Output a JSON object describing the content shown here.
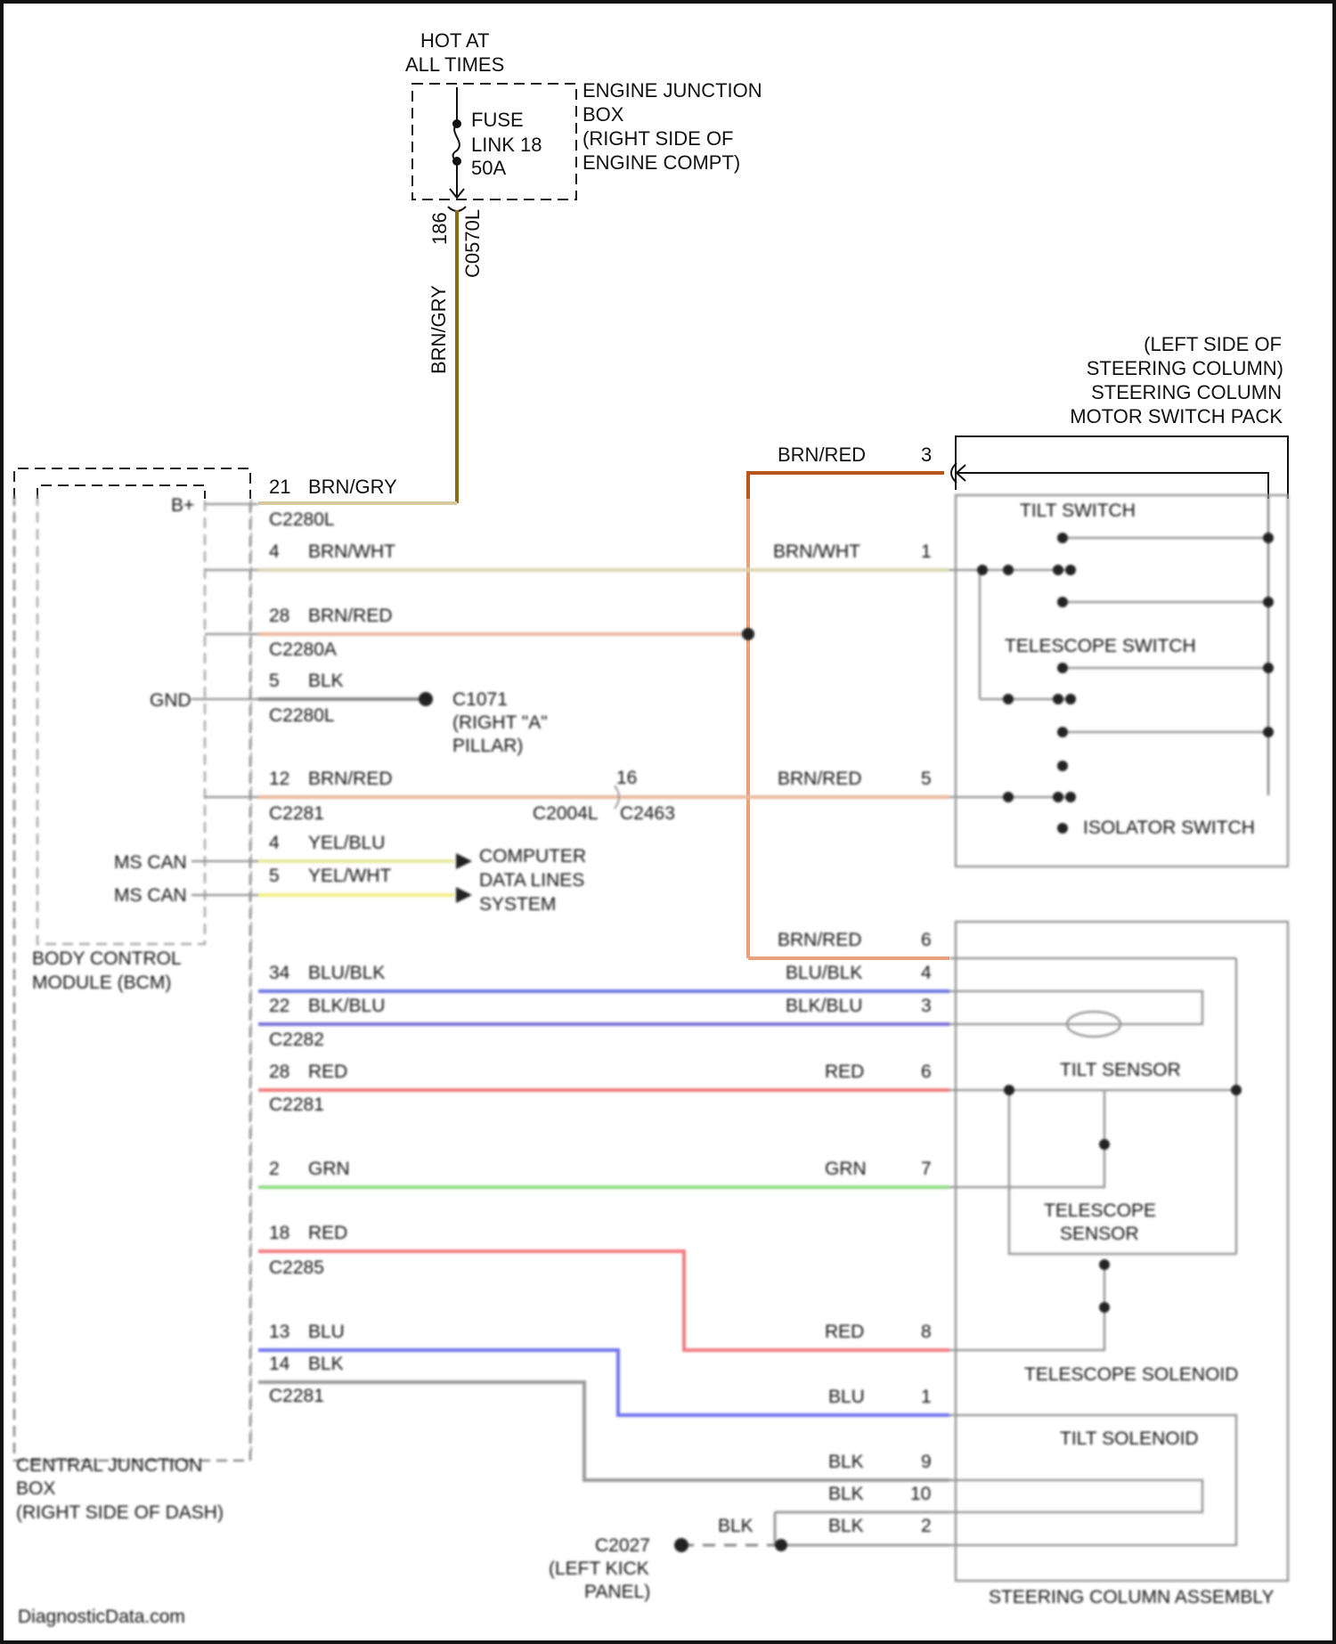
{
  "labels": {
    "hot_at_line1": "HOT AT",
    "hot_at_line2": "ALL TIMES",
    "fuse_line1": "FUSE",
    "fuse_line2": "LINK 18",
    "fuse_line3": "50A",
    "ejb_line1": "ENGINE JUNCTION",
    "ejb_line2": "BOX",
    "ejb_line3": "(RIGHT SIDE OF",
    "ejb_line4": "ENGINE COMPT)",
    "pin_186": "186",
    "conn_c0570l": "C0570L",
    "wire_main_vertical": "BRN/GRY",
    "pin_21": "21",
    "wire_21": "BRN/GRY",
    "brn_red_top": "BRN/RED",
    "pin_3": "3",
    "sc_line1": "(LEFT SIDE OF",
    "sc_line2": "STEERING COLUMN)",
    "sc_line3": "STEERING COLUMN",
    "sc_line4": "MOTOR SWITCH PACK"
  },
  "wires": [
    {
      "color": "#d8d4b0",
      "left_pin": "4",
      "left_label": "BRN/WHT",
      "right_pin": "1",
      "right_label": "BRN/WHT"
    },
    {
      "color": "#e9b89a",
      "left_pin": "28",
      "left_label": "BRN/RED"
    },
    {
      "color": "#888888",
      "left_pin": "5",
      "left_label": "BLK"
    },
    {
      "color": "#e9b89a",
      "left_pin": "12",
      "left_label": "BRN/RED",
      "right_pin": "5",
      "right_label": "BRN/RED"
    },
    {
      "color": "#e6ea9a",
      "left_pin": "4",
      "left_label": "YEL/BLU"
    },
    {
      "color": "#f1ed84",
      "left_pin": "5",
      "left_label": "YEL/WHT"
    },
    {
      "color": "#6a74e0",
      "left_pin": "34",
      "left_label": "BLU/BLK",
      "right_pin": "4",
      "right_label": "BLU/BLK"
    },
    {
      "color": "#7a70d8",
      "left_pin": "22",
      "left_label": "BLK/BLU",
      "right_pin": "3",
      "right_label": "BLK/BLU"
    },
    {
      "color": "#f07c7c",
      "left_pin": "28",
      "left_label": "RED",
      "right_pin": "6",
      "right_label": "RED"
    },
    {
      "color": "#8edc86",
      "left_pin": "2",
      "left_label": "GRN",
      "right_pin": "7",
      "right_label": "GRN"
    },
    {
      "color": "#f07a80",
      "left_pin": "18",
      "left_label": "RED",
      "right_pin": "8",
      "right_label": "RED"
    },
    {
      "color": "#6f73f0",
      "left_pin": "13",
      "left_label": "BLU",
      "right_pin": "1",
      "right_label": "BLU"
    },
    {
      "color": "#9a9a9a",
      "left_pin": "14",
      "left_label": "BLK",
      "right_pin": "9",
      "right_label": "BLK"
    }
  ],
  "blurred_labels": {
    "bplus": "B+",
    "gnd": "GND",
    "ms_can_1": "MS CAN",
    "ms_can_2": "MS CAN",
    "bcm_1": "BODY CONTROL",
    "bcm_2": "MODULE (BCM)",
    "cjb_1": "CENTRAL JUNCTION",
    "cjb_2": "BOX",
    "cjb_3": "(RIGHT SIDE OF DASH)",
    "g_c1071": "C1071",
    "g_c1071_2": "(RIGHT \"A\"",
    "g_c1071_3": "PILLAR)",
    "comp_1": "COMPUTER",
    "comp_2": "DATA LINES",
    "comp_3": "SYSTEM",
    "tilt_switch": "TILT SWITCH",
    "telescope_switch": "TELESCOPE SWITCH",
    "isolator_switch": "ISOLATOR SWITCH",
    "tilt_sensor": "TILT SENSOR",
    "telescope_sensor_1": "TELESCOPE",
    "telescope_sensor_2": "SENSOR",
    "telescope_solenoid": "TELESCOPE SOLENOID",
    "tilt_solenoid": "TILT SOLENOID",
    "sc_assembly": "STEERING COLUMN ASSEMBLY",
    "brn_red_6": "BRN/RED",
    "pin_6": "6",
    "blk_10": "BLK",
    "pin_10": "10",
    "blk_2": "BLK",
    "pin_2": "2",
    "blk_mid": "BLK",
    "g_c2027_1": "C2027",
    "g_c2027_2": "(LEFT KICK",
    "g_c2027_3": "PANEL)",
    "pin_16": "16",
    "conn_a": "C2004L",
    "conn_b": "C2463",
    "conn_c1": "C2280L",
    "conn_c2": "C2280A",
    "conn_c3": "C2280L",
    "conn_c4": "C2281",
    "conn_c5": "C2282",
    "conn_c6": "C2281",
    "conn_c7": "C2285",
    "conn_c8": "C2281",
    "watermark": "DiagnosticData.com"
  }
}
